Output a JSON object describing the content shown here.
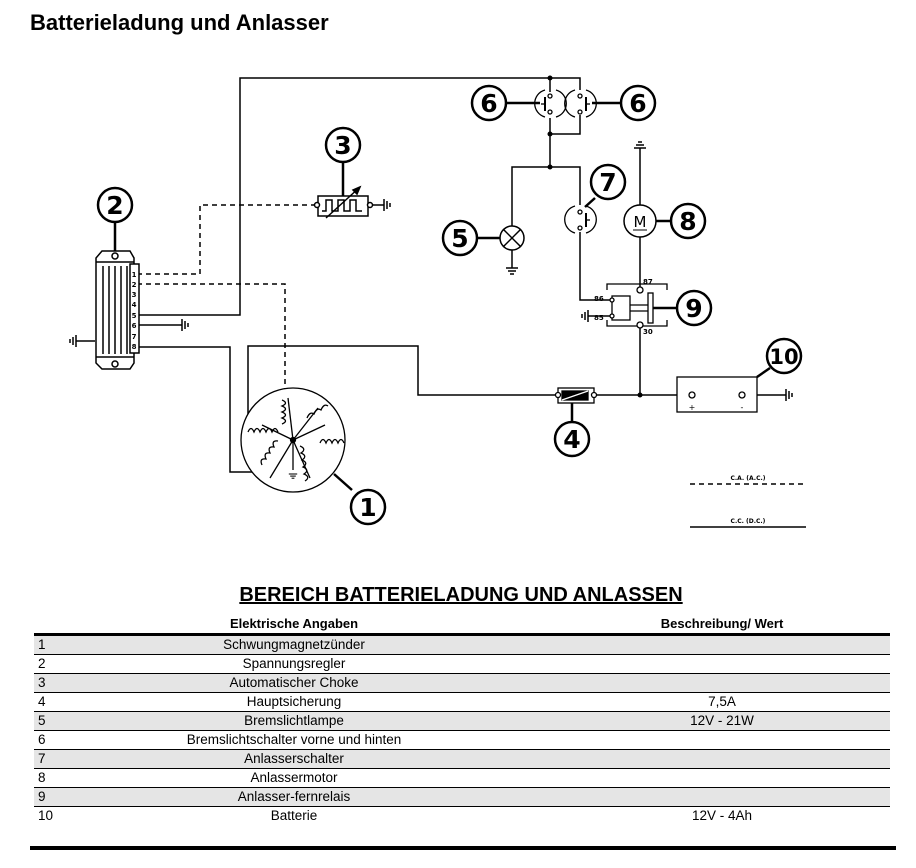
{
  "page": {
    "title": "Batterieladung und Anlasser"
  },
  "diagram": {
    "callouts": [
      "1",
      "2",
      "3",
      "4",
      "5",
      "6",
      "6",
      "7",
      "8",
      "9",
      "10"
    ],
    "regulator_pins": [
      "1",
      "2",
      "3",
      "4",
      "5",
      "6",
      "7",
      "8"
    ],
    "relay_pins": {
      "p86": "86",
      "p85": "85",
      "p87": "87",
      "p30": "30"
    },
    "motor_symbol": "M",
    "battery_terminals": {
      "plus": "+",
      "minus": "-"
    },
    "legend": {
      "ac_label": "C.A. (A.C.)",
      "dc_label": "C.C. (D.C.)"
    }
  },
  "table": {
    "section_title": "BEREICH BATTERIELADUNG UND ANLASSEN",
    "headers": {
      "name": "Elektrische Angaben",
      "value": "Beschreibung/ Wert"
    },
    "rows": [
      {
        "num": "1",
        "name": "Schwungmagnetzünder",
        "value": ""
      },
      {
        "num": "2",
        "name": "Spannungsregler",
        "value": ""
      },
      {
        "num": "3",
        "name": "Automatischer Choke",
        "value": ""
      },
      {
        "num": "4",
        "name": "Hauptsicherung",
        "value": "7,5A"
      },
      {
        "num": "5",
        "name": "Bremslichtlampe",
        "value": "12V - 21W"
      },
      {
        "num": "6",
        "name": "Bremslichtschalter vorne und hinten",
        "value": ""
      },
      {
        "num": "7",
        "name": "Anlasserschalter",
        "value": ""
      },
      {
        "num": "8",
        "name": "Anlassermotor",
        "value": ""
      },
      {
        "num": "9",
        "name": "Anlasser-fernrelais",
        "value": ""
      },
      {
        "num": "10",
        "name": "Batterie",
        "value": "12V - 4Ah"
      }
    ]
  }
}
